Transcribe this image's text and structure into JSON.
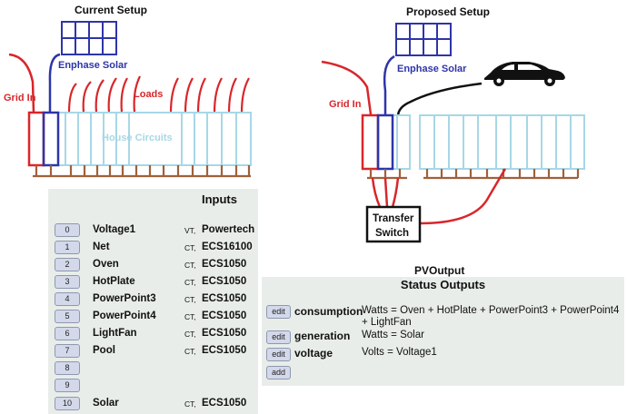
{
  "diagram": {
    "current_title": "Current Setup",
    "proposed_title": "Proposed Setup",
    "enphase_left": "Enphase Solar",
    "enphase_right": "Enphase Solar",
    "grid_in_left": "Grid In",
    "grid_in_right": "Grid In",
    "loads": "Loads",
    "house_circuits": "House Circuits",
    "transfer_line1": "Transfer",
    "transfer_line2": "Switch",
    "colors": {
      "grid": "#d9262a",
      "solar": "#2e35a8",
      "house": "#a7d7e6",
      "wire": "#a0603a",
      "car": "#111111"
    }
  },
  "inputs": {
    "title": "Inputs",
    "rows": [
      {
        "index": "0",
        "name": "Voltage1",
        "type": "VT,",
        "model": "Powertech I"
      },
      {
        "index": "1",
        "name": "Net",
        "type": "CT,",
        "model": "ECS16100"
      },
      {
        "index": "2",
        "name": "Oven",
        "type": "CT,",
        "model": "ECS1050"
      },
      {
        "index": "3",
        "name": "HotPlate",
        "type": "CT,",
        "model": "ECS1050"
      },
      {
        "index": "4",
        "name": "PowerPoint3",
        "type": "CT,",
        "model": "ECS1050"
      },
      {
        "index": "5",
        "name": "PowerPoint4",
        "type": "CT,",
        "model": "ECS1050"
      },
      {
        "index": "6",
        "name": "LightFan",
        "type": "CT,",
        "model": "ECS1050"
      },
      {
        "index": "7",
        "name": "Pool",
        "type": "CT,",
        "model": "ECS1050"
      },
      {
        "index": "8",
        "name": "",
        "type": "",
        "model": ""
      },
      {
        "index": "9",
        "name": "",
        "type": "",
        "model": ""
      },
      {
        "index": "10",
        "name": "Solar",
        "type": "CT,",
        "model": "ECS1050"
      }
    ]
  },
  "pvoutput": {
    "title": "PVOutput",
    "status_title": "Status Outputs",
    "outputs": [
      {
        "button": "edit",
        "name": "consumption",
        "expr": "Watts = Oven + HotPlate + PowerPoint3 + PowerPoint4 + LightFan"
      },
      {
        "button": "edit",
        "name": "generation",
        "expr": "Watts = Solar"
      },
      {
        "button": "edit",
        "name": "voltage",
        "expr": "Volts  = Voltage1"
      }
    ],
    "add_label": "add"
  }
}
